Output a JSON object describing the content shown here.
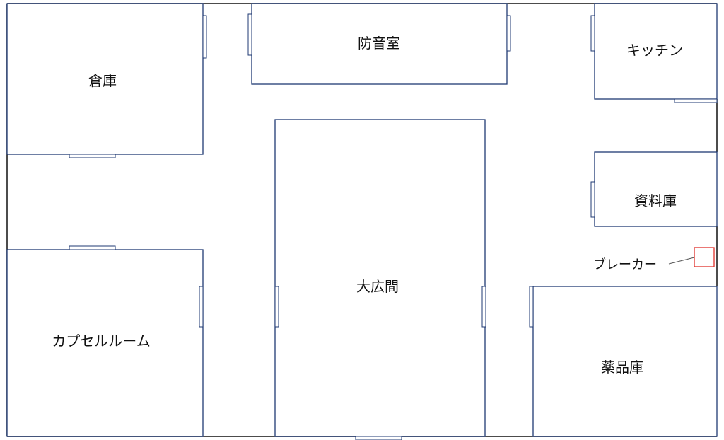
{
  "colors": {
    "wall": "#1f3a73",
    "outline": "#111111",
    "breaker": "#e0312b",
    "background": "#ffffff"
  },
  "rooms": {
    "storage": "倉庫",
    "soundproof": "防音室",
    "kitchen": "キッチン",
    "archive": "資料庫",
    "hall": "大広間",
    "capsule": "カプセルルーム",
    "chemical": "薬品庫"
  },
  "breaker": {
    "label": "ブレーカー",
    "icon": "breaker-box"
  }
}
